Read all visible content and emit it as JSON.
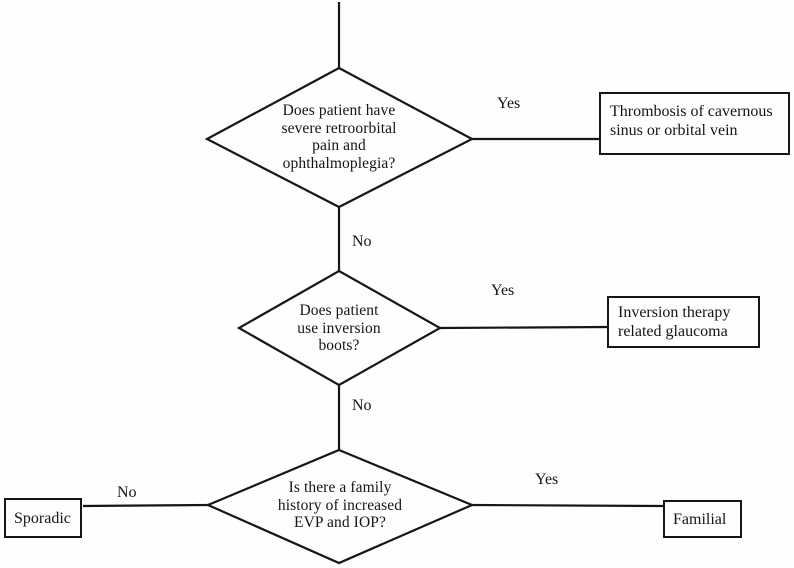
{
  "flowchart": {
    "decisions": [
      {
        "lines": [
          "Does patient have",
          "severe retroorbital",
          "pain and",
          "ophthalmoplegia?"
        ],
        "yes_label": "Yes",
        "no_label": "No"
      },
      {
        "lines": [
          "Does patient",
          "use inversion",
          "boots?"
        ],
        "yes_label": "Yes",
        "no_label": "No"
      },
      {
        "lines": [
          "Is there a family",
          "history of increased",
          "EVP and IOP?"
        ],
        "yes_label": "Yes",
        "no_label": "No"
      }
    ],
    "outcomes": [
      {
        "lines": [
          "Thrombosis of cavernous",
          "sinus or orbital vein"
        ]
      },
      {
        "lines": [
          "Inversion therapy",
          "related glaucoma"
        ]
      },
      {
        "lines": [
          "Sporadic"
        ]
      },
      {
        "lines": [
          "Familial"
        ]
      }
    ],
    "colors": {
      "ink": "#161616",
      "background": "#fefefe"
    }
  }
}
